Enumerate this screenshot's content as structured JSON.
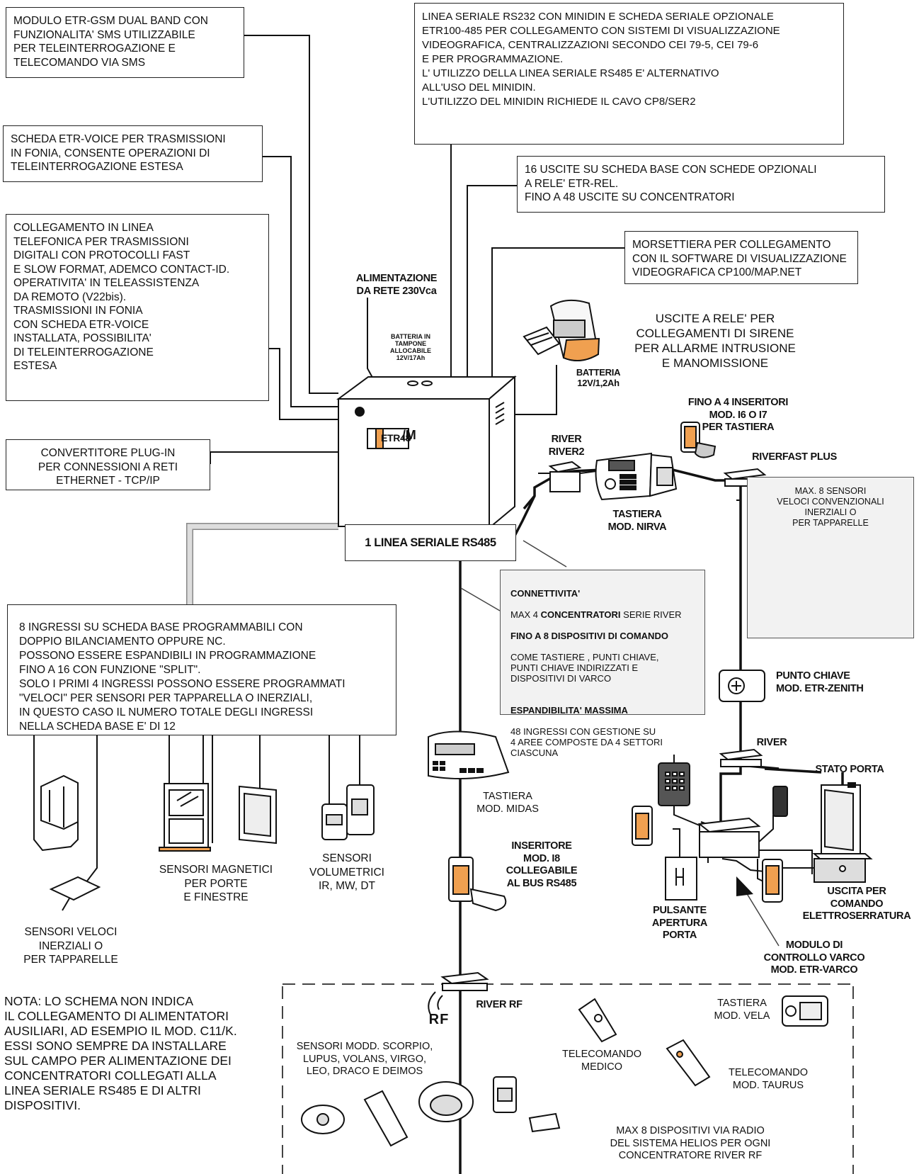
{
  "boxes": {
    "gsm": "MODULO ETR-GSM DUAL BAND CON\nFUNZIONALITA' SMS UTILIZZABILE\nPER TELEINTERROGAZIONE E\nTELECOMANDO VIA SMS",
    "rs232": "LINEA SERIALE RS232 CON MINIDIN E SCHEDA SERIALE OPZIONALE\nETR100-485 PER COLLEGAMENTO CON SISTEMI DI VISUALIZZAZIONE\nVIDEOGRAFICA, CENTRALIZZAZIONI SECONDO CEI 79-5, CEI 79-6\nE PER PROGRAMMAZIONE.\nL' UTILIZZO DELLA LINEA SERIALE RS485 E' ALTERNATIVO\nALL'USO DEL MINIDIN.\nL'UTILIZZO DEL MINIDIN RICHIEDE IL CAVO CP8/SER2",
    "voice": "SCHEDA ETR-VOICE PER TRASMISSIONI\nIN FONIA, CONSENTE OPERAZIONI DI\nTELEINTERROGAZIONE ESTESA",
    "uscite16": "16 USCITE SU SCHEDA BASE CON SCHEDE OPZIONALI\nA RELE' ETR-REL.\nFINO A 48 USCITE SU CONCENTRATORI",
    "telefono": "COLLEGAMENTO IN LINEA\nTELEFONICA PER TRASMISSIONI\nDIGITALI CON PROTOCOLLI FAST\nE SLOW FORMAT, ADEMCO CONTACT-ID.\nOPERATIVITA' IN TELEASSISTENZA\nDA REMOTO (V22bis).\nTRASMISSIONI IN FONIA\nCON SCHEDA ETR-VOICE\nINSTALLATA, POSSIBILITA'\nDI TELEINTERROGAZIONE\nESTESA",
    "morsettiera": "MORSETTIERA PER COLLEGAMENTO\nCON IL SOFTWARE DI VISUALIZZAZIONE\nVIDEOGRAFICA CP100/MAP.NET",
    "convertitore": "CONVERTITORE  PLUG-IN\nPER CONNESSIONI A RETI\nETHERNET - TCP/IP",
    "ingressi": "8 INGRESSI SU SCHEDA BASE PROGRAMMABILI CON\nDOPPIO BILANCIAMENTO OPPURE NC.\nPOSSONO ESSERE ESPANDIBILI IN PROGRAMMAZIONE\nFINO A 16 CON FUNZIONE \"SPLIT\".\nSOLO I PRIMI 4 INGRESSI POSSONO ESSERE PROGRAMMATI\n\"VELOCI\" PER SENSORI PER TAPPARELLA O INERZIALI,\nIN QUESTO CASO IL NUMERO TOTALE DEGLI INGRESSI\nNELLA SCHEDA BASE E' DI 12",
    "max8sensori": "MAX. 8 SENSORI\nVELOCI CONVENZIONALI\nINERZIALI O\nPER TAPPARELLE",
    "rs485": "1 LINEA SERIALE RS485"
  },
  "connettivita": {
    "h1": "CONNETTIVITA'",
    "l1a": "MAX 4 ",
    "l1b": "CONCENTRATORI",
    "l1c": " SERIE RIVER",
    "l2": "FINO A 8 DISPOSITIVI DI COMANDO",
    "l3": "COME TASTIERE , PUNTI CHIAVE,\nPUNTI CHIAVE INDIRIZZATI E\nDISPOSITIVI DI VARCO",
    "h2": "ESPANDIBILITA' MASSIMA",
    "l4": "48 INGRESSI  CON GESTIONE SU\n4 AREE COMPOSTE DA 4 SETTORI\nCIASCUNA"
  },
  "labels": {
    "alimentazione": "ALIMENTAZIONE\nDA RETE 230Vca",
    "batteria_tampone": "BATTERIA IN\nTAMPONE\nALLOCABILE\n12V/17Ah",
    "batteria_sirena": "BATTERIA\n12V/1,2Ah",
    "uscite_rele": "USCITE A RELE' PER\nCOLLEGAMENTI DI SIRENE\nPER ALLARME INTRUSIONE\nE  MANOMISSIONE",
    "fino4inseritori": "FINO A 4 INSERITORI\nMOD. I6 O I7\nPER TASTIERA",
    "river_river2": "RIVER\nRIVER2",
    "riverfast": "RIVERFAST PLUS",
    "tastiera_nirva": "TASTIERA\nMOD. NIRVA",
    "punto_chiave": "PUNTO CHIAVE\nMOD. ETR-ZENITH",
    "river": "RIVER",
    "stato_porta": "STATO PORTA",
    "tastiera_midas": "TASTIERA\nMOD. MIDAS",
    "inseritore_i8": "INSERITORE\nMOD. I8\nCOLLEGABILE\nAL BUS RS485",
    "pulsante": "PULSANTE\nAPERTURA\nPORTA",
    "uscita_serratura": "USCITA PER\nCOMANDO\nELETTROSERRATURA",
    "modulo_varco": "MODULO DI\nCONTROLLO VARCO\nMOD. ETR-VARCO",
    "sensori_veloci": "SENSORI VELOCI\nINERZIALI O\nPER TAPPARELLE",
    "sensori_magnetici": "SENSORI MAGNETICI\nPER PORTE\nE FINESTRE",
    "sensori_volumetrici": "SENSORI\nVOLUMETRICI\nIR, MW, DT",
    "river_rf": "RIVER RF",
    "rf_logo": "RF",
    "sensori_modd": "SENSORI MODD. SCORPIO,\nLUPUS, VOLANS, VIRGO,\nLEO, DRACO E DEIMOS",
    "telecomando_medico": "TELECOMANDO\nMEDICO",
    "tastiera_vela": "TASTIERA\nMOD. VELA",
    "telecomando_taurus": "TELECOMANDO\nMOD. TAURUS",
    "max8radio": "MAX 8 DISPOSITIVI VIA RADIO\nDEL SISTEMA HELIOS PER OGNI\nCONCENTRATORE RIVER RF",
    "panel_brand": "ETR48",
    "panel_brand2": "/M"
  },
  "note": "NOTA: LO SCHEMA NON INDICA\nIL COLLEGAMENTO DI ALIMENTATORI\nAUSILIARI, AD ESEMPIO IL MOD. C11/K.\nESSI SONO SEMPRE DA INSTALLARE\nSUL CAMPO PER ALIMENTAZIONE DEI\nCONCENTRATORI COLLEGATI ALLA\nLINEA SERIALE RS485 E DI ALTRI\nDISPOSITIVI.",
  "colors": {
    "line": "#111111",
    "gray_panel": "#f2f2f2",
    "orange": "#f0a050"
  }
}
